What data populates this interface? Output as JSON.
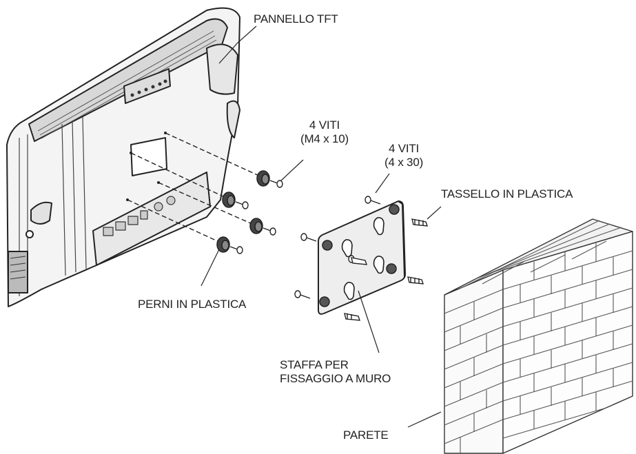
{
  "labels": {
    "tft_panel": "PANNELLO TFT",
    "screws_m4": [
      "4 VITI",
      "(M4 x 10)"
    ],
    "screws_4x30": [
      "4 VITI",
      "(4 x 30)"
    ],
    "plastic_anchor": "TASSELLO IN PLASTICA",
    "plastic_pins": "PERNI IN PLASTICA",
    "wall_bracket": [
      "STAFFA PER",
      "FISSAGGIO A MURO"
    ],
    "wall": "PARETE"
  },
  "colors": {
    "ink": "#222222",
    "background": "#ffffff",
    "panel_fill": "#f4f4f4",
    "brick_fill": "#fafafa"
  }
}
